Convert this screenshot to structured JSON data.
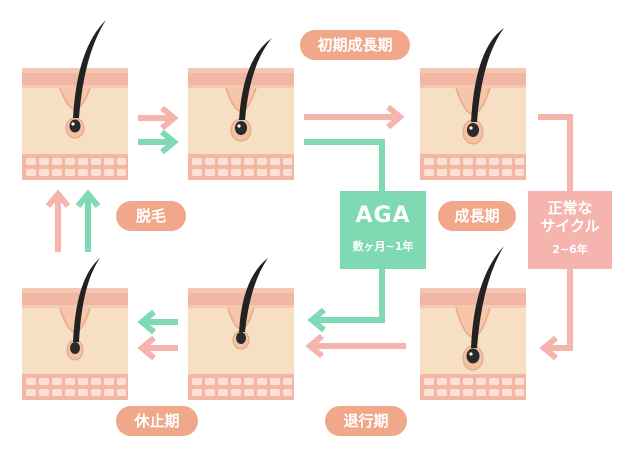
{
  "labels": {
    "initial_growth": "初期成長期",
    "growth": "成長期",
    "shedding": "脱毛",
    "resting": "休止期",
    "regression": "退行期"
  },
  "aga_box": {
    "title": "AGA",
    "subtitle": "数ヶ月~1年"
  },
  "normal_box": {
    "title_line1": "正常な",
    "title_line2": "サイクル",
    "subtitle": "2~6年"
  },
  "colors": {
    "pink_arrow": "#f5b5ae",
    "green_arrow": "#7fd9b3",
    "pill": "#f0a78a",
    "skin_top": "#f2b7a3",
    "skin_body": "#f7dfc4",
    "hair": "#222222"
  }
}
